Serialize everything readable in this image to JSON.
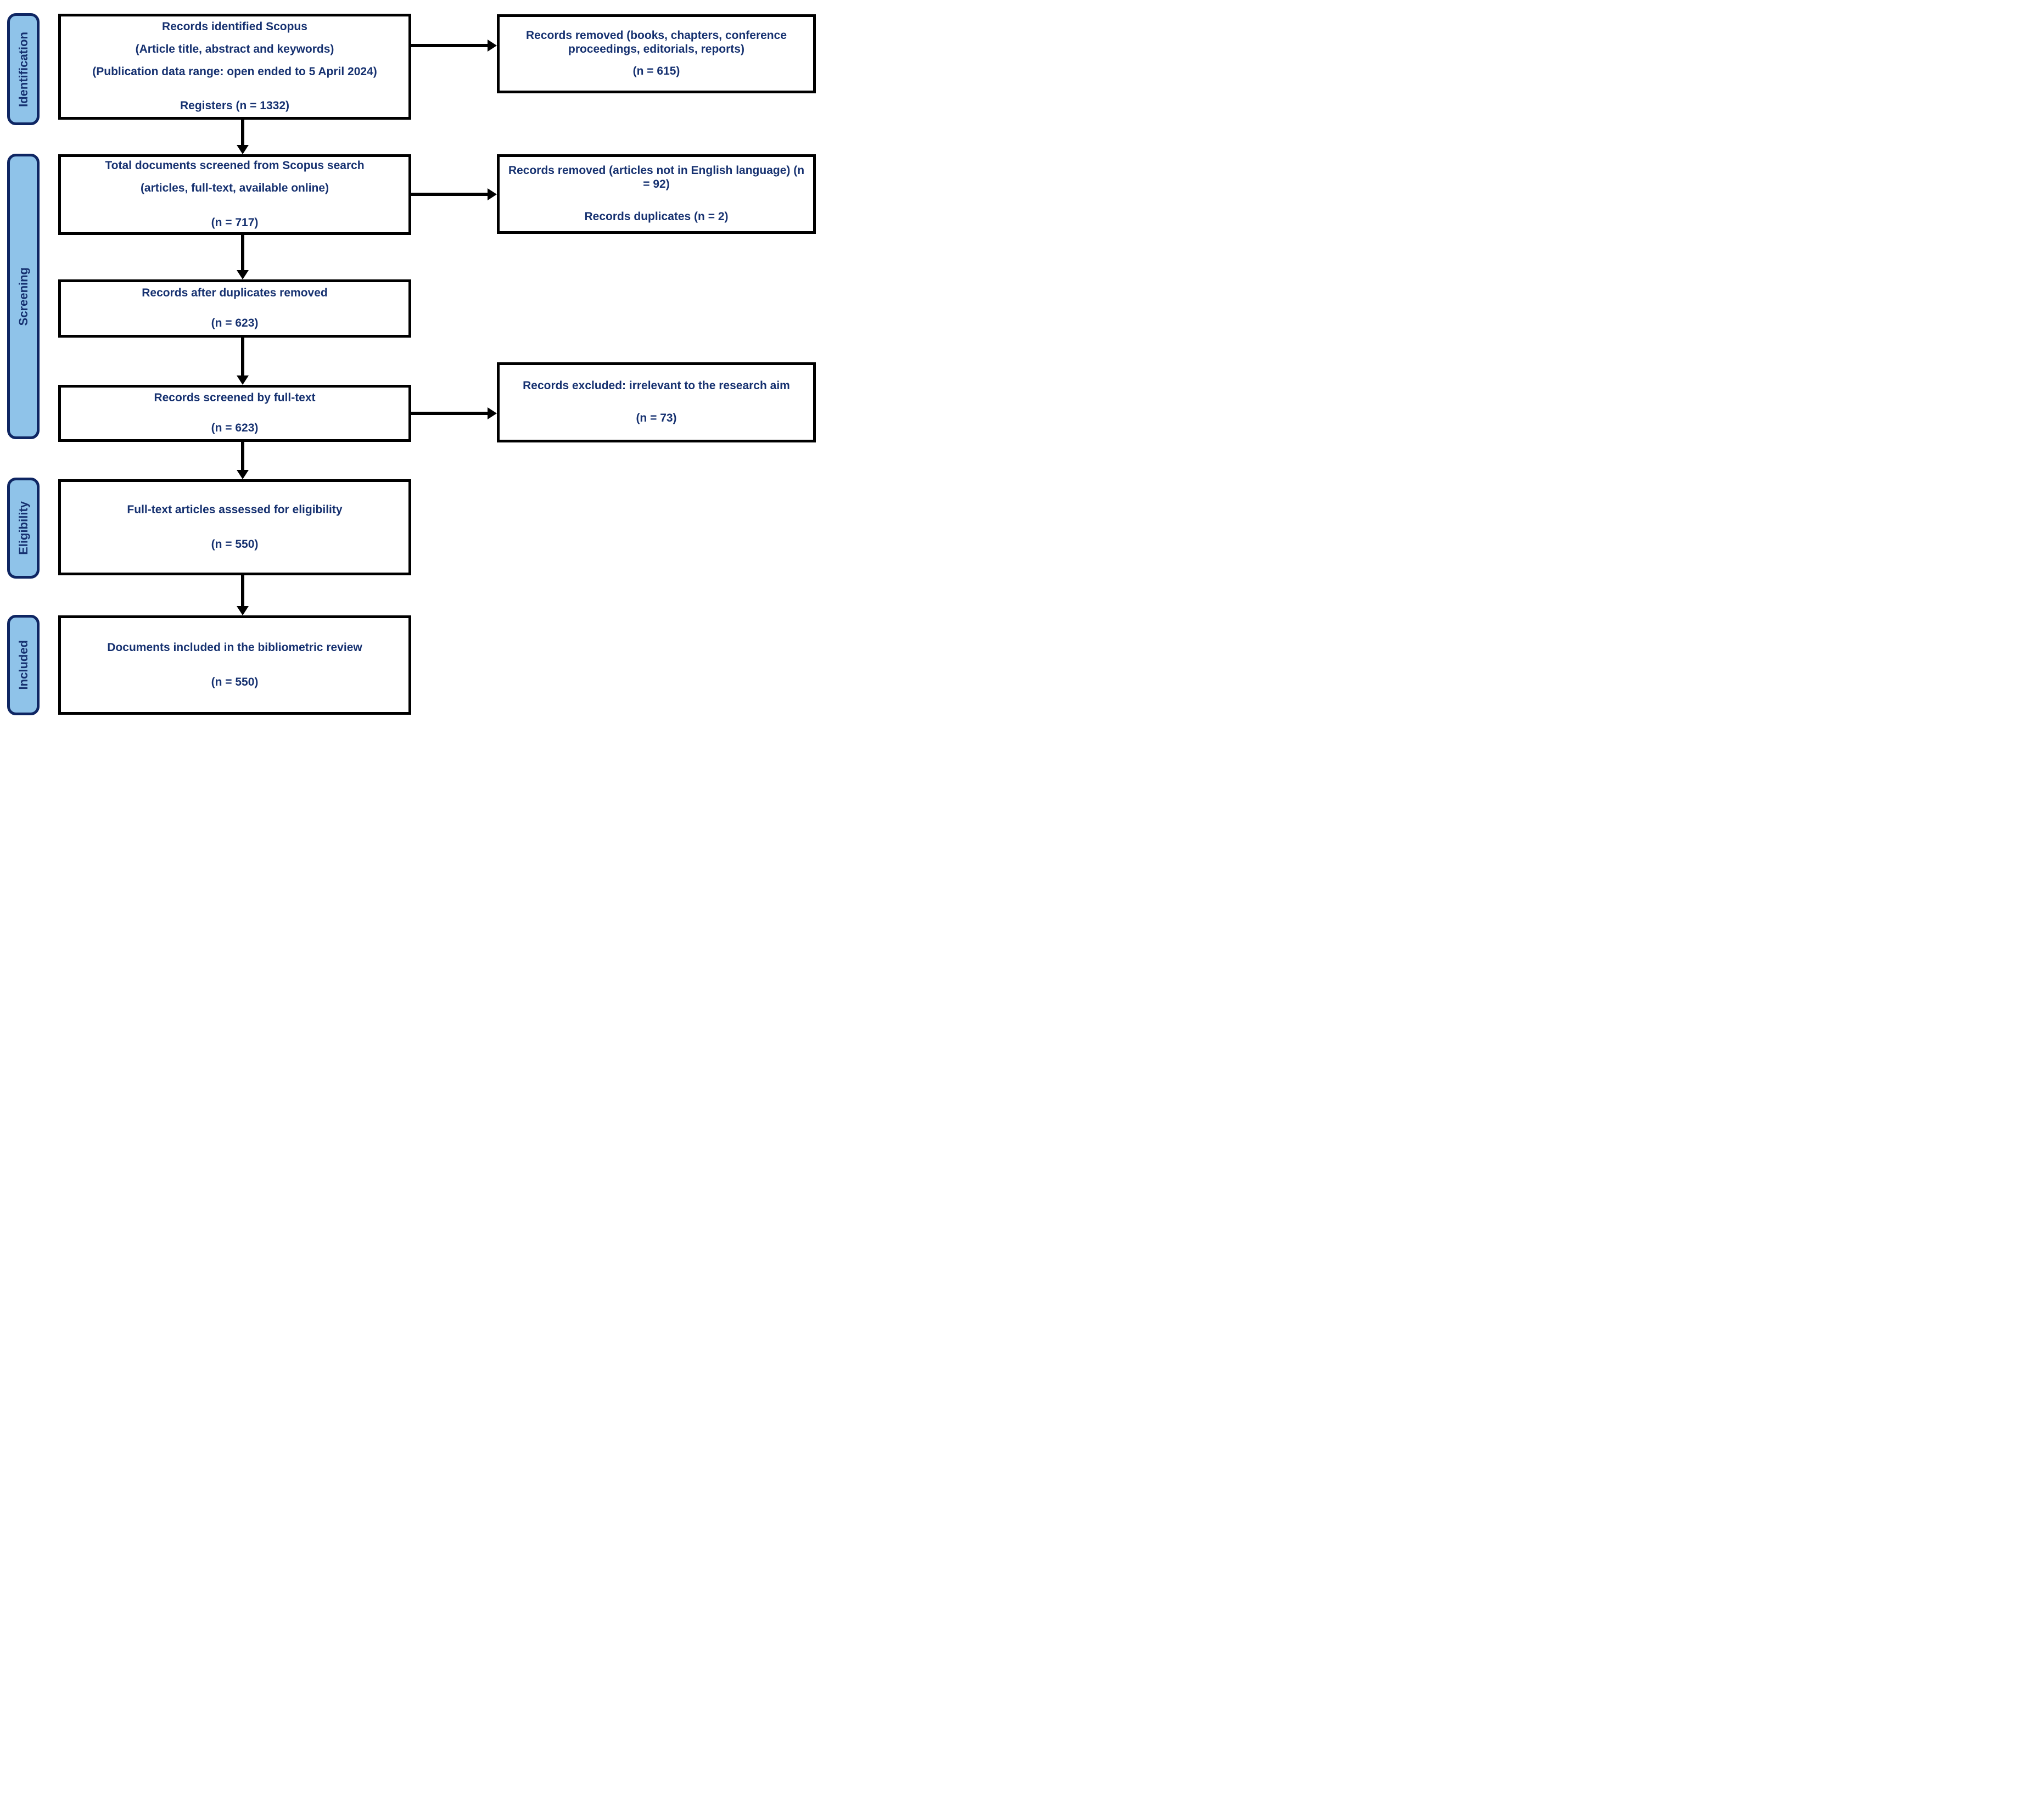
{
  "diagram": {
    "stages": [
      {
        "label": "Identification"
      },
      {
        "label": "Screening"
      },
      {
        "label": "Eligibility"
      },
      {
        "label": "Included"
      }
    ],
    "boxes": {
      "identified": {
        "line1": "Records identified Scopus",
        "line2": "(Article title, abstract and keywords)",
        "line3": "(Publication data range: open ended to 5 April 2024)",
        "count": "Registers (n = 1332)"
      },
      "screened_total": {
        "line1": "Total documents screened from Scopus search",
        "line2": "(articles, full-text, available online)",
        "count": "(n = 717)"
      },
      "after_duplicates": {
        "line1": "Records after duplicates removed",
        "count": "(n = 623)"
      },
      "fulltext_screened": {
        "line1": "Records screened by full-text",
        "count": "(n = 623)"
      },
      "eligibility_assessed": {
        "line1": "Full-text articles assessed for eligibility",
        "count": "(n = 550)"
      },
      "included": {
        "line1": "Documents included in the bibliometric review",
        "count": "(n = 550)"
      }
    },
    "exclusions": {
      "removed_types": {
        "para1": "Records removed (books, chapters, conference proceedings, editorials, reports)",
        "para2": "(n = 615)"
      },
      "removed_language": {
        "para1": "Records removed (articles not in English language) (n = 92)",
        "para2": "Records duplicates (n = 2)"
      },
      "excluded_irrelevant": {
        "para1": "Records excluded: irrelevant to the research aim",
        "para2": "(n = 73)"
      }
    },
    "colors": {
      "text_navy": "#163170",
      "stage_fill": "#8FC3E9",
      "stage_border": "#0F2663",
      "box_border": "#000000",
      "arrow": "#000000",
      "background": "#FFFFFF"
    }
  }
}
